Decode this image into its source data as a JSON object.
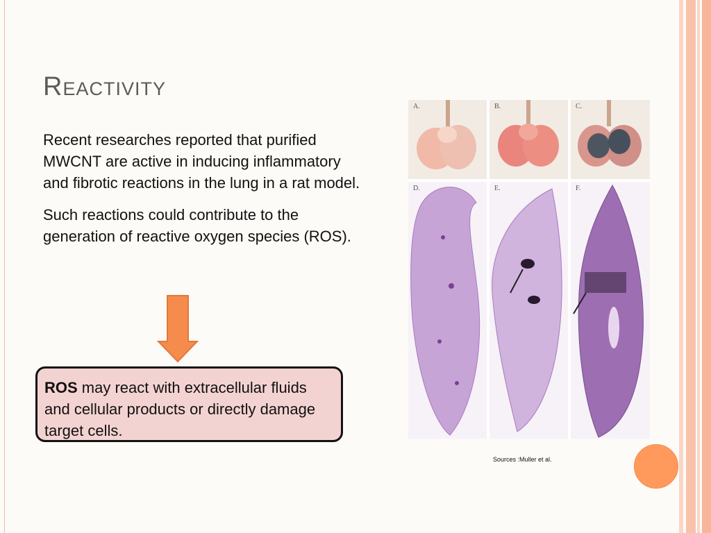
{
  "slide": {
    "title": "Reactivity",
    "paragraphs": [
      "Recent researches reported that purified MWCNT are active in inducing inflammatory and fibrotic reactions in the lung in a rat model.",
      "Such reactions could contribute to the generation of reactive oxygen species (ROS)."
    ],
    "callout": {
      "bold": "ROS",
      "text": " may react with extracellular fluids and cellular products or directly damage target cells."
    },
    "figure": {
      "panel_labels": [
        "A.",
        "B.",
        "C.",
        "D.",
        "E.",
        "F."
      ]
    },
    "sources": "Sources :Muller et al."
  },
  "colors": {
    "accent_orange": "#f58b4c",
    "callout_fill": "#f3d3d1",
    "stripe_peach": "#f9c9b5",
    "tissue_purple": "#b98ccc"
  }
}
